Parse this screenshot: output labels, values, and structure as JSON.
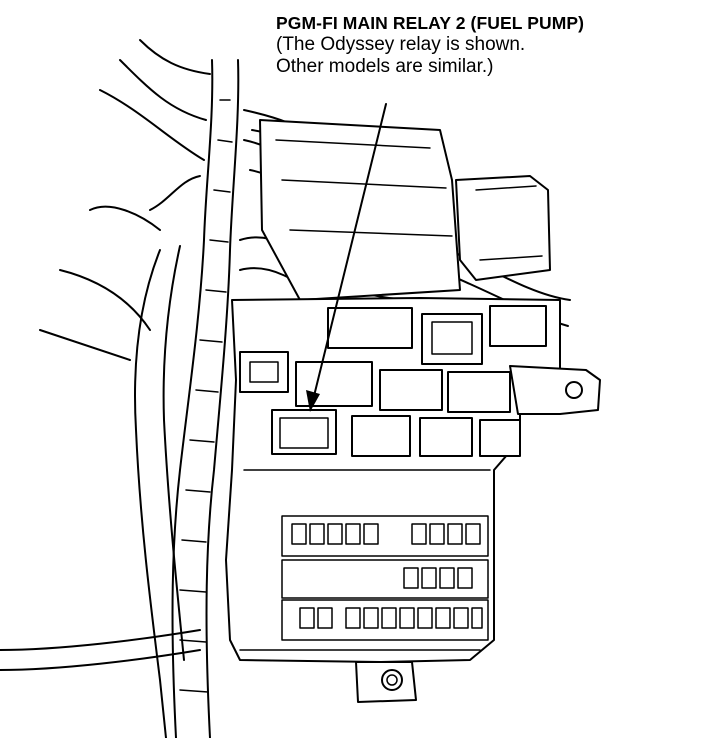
{
  "callout": {
    "title": "PGM-FI MAIN RELAY 2 (FUEL PUMP)",
    "line1": "(The Odyssey relay is shown.",
    "line2": "Other models are similar.)"
  },
  "colors": {
    "ink": "#000000",
    "paper": "#ffffff"
  }
}
